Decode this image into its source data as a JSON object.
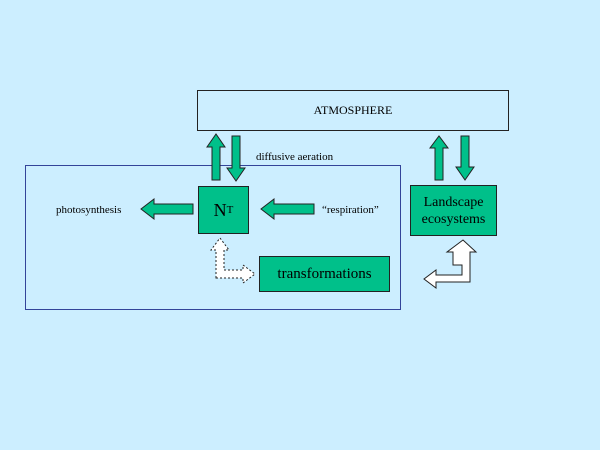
{
  "nodes": {
    "atmosphere": "ATMOSPHERE",
    "nt_main": "N",
    "nt_sub": "T",
    "transformations": "transformations",
    "landscape_line1": "Landscape",
    "landscape_line2": "ecosystems"
  },
  "labels": {
    "diffusive_aeration": "diffusive aeration",
    "photosynthesis": "photosynthesis",
    "respiration": "“respiration”"
  },
  "colors": {
    "background": "#cceeff",
    "box_fill": "#00c08a",
    "system_border": "#334499"
  }
}
